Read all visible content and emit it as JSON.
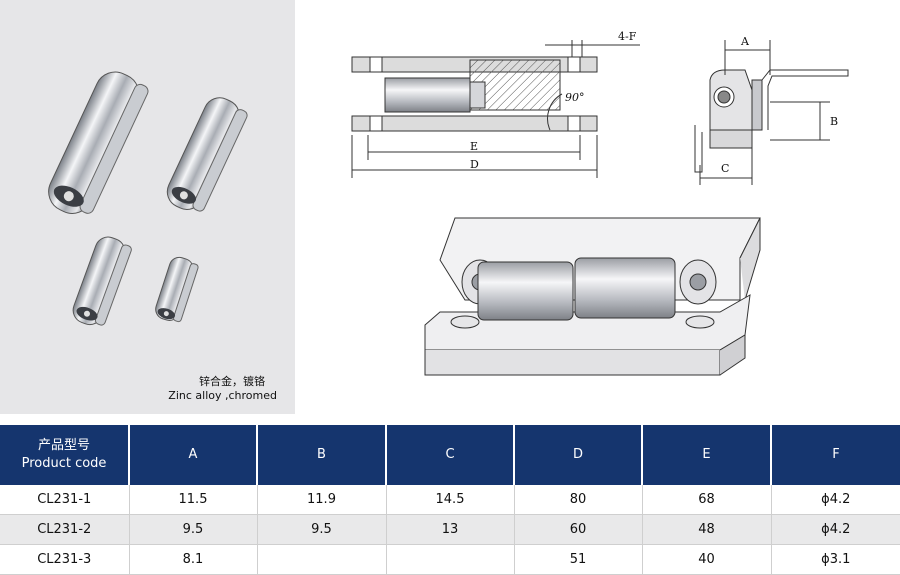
{
  "photo": {
    "caption_cn": "锌合金，镀铬",
    "caption_en": "Zinc alloy ,chromed"
  },
  "drawing_labels": {
    "holes": "4-F",
    "angle": "90°",
    "a": "A",
    "b": "B",
    "c": "C",
    "d": "D",
    "e": "E"
  },
  "table": {
    "headers": [
      {
        "cn": "产品型号",
        "en": "Product code"
      },
      {
        "label": "A"
      },
      {
        "label": "B"
      },
      {
        "label": "C"
      },
      {
        "label": "D"
      },
      {
        "label": "E"
      },
      {
        "label": "F"
      }
    ],
    "rows": [
      [
        "CL231-1",
        "11.5",
        "11.9",
        "14.5",
        "80",
        "68",
        "ϕ4.2"
      ],
      [
        "CL231-2",
        "9.5",
        "9.5",
        "13",
        "60",
        "48",
        "ϕ4.2"
      ],
      [
        "CL231-3",
        "8.1",
        "",
        "",
        "51",
        "40",
        "ϕ3.1"
      ]
    ]
  },
  "colors": {
    "header_blue": "#15356e",
    "corner_blue": "#2a7fd4",
    "photo_bg": "#e6e6e8"
  }
}
